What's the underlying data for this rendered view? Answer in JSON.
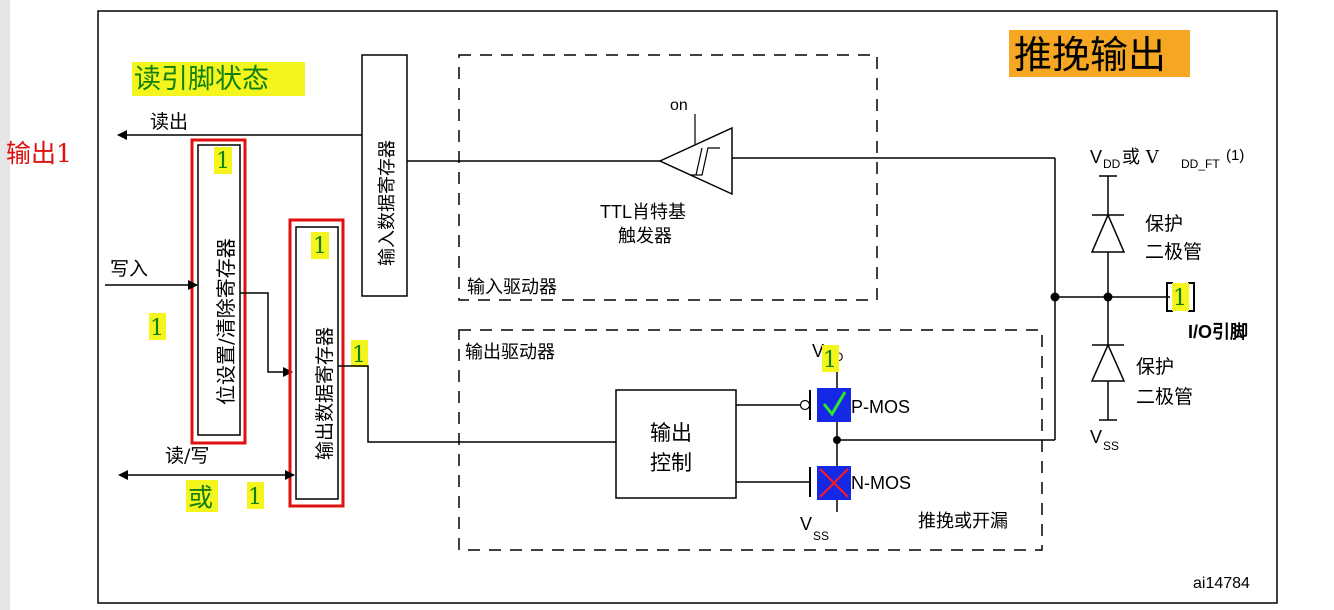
{
  "title": "推挽输出",
  "read_pin_state": "读引脚状态",
  "output_one": "输出1",
  "labels": {
    "read_out": "读出",
    "write_in": "写入",
    "read_write": "读/写",
    "or": "或",
    "input_data_register": "输入数据寄存器",
    "bit_set_reset_register": "位设置/清除寄存器",
    "output_data_register": "输出数据寄存器",
    "on": "on",
    "schmitt_line1": "TTL肖特基",
    "schmitt_line2": "触发器",
    "input_driver": "输入驱动器",
    "output_driver": "输出驱动器",
    "output_control_line1": "输出",
    "output_control_line2": "控制",
    "pmos": "P-MOS",
    "nmos": "N-MOS",
    "vdd_small": "V",
    "vdd_sub": "DD",
    "vss_v": "V",
    "vss_sub": "SS",
    "push_pull_or_open_drain": "推挽或开漏",
    "vdd_or_vddft_v1": "V",
    "vdd_or_vddft_sub1": "DD",
    "vdd_or_vddft_mid": " 或 V",
    "vdd_or_vddft_sub2": "DD_FT",
    "vdd_or_vddft_sup": "(1)",
    "protect_diode_1a": "保护",
    "protect_diode_1b": "二极管",
    "protect_diode_2a": "保护",
    "protect_diode_2b": "二极管",
    "io_pin": "I/O引脚",
    "figure_id": "ai14784"
  },
  "markers": {
    "bsrr": "1",
    "odr": "1",
    "write_input": "1",
    "odr_output": "1",
    "pmos_vdd": "1",
    "or_value": "1",
    "io_pin": "1"
  },
  "colors": {
    "highlight_yellow": "#f5f51e",
    "highlight_orange": "#f5a623",
    "red_box": "#e01010",
    "mos_blue": "#1428e6",
    "check_green": "#2ee62e",
    "cross_red": "#ff1a1a"
  }
}
